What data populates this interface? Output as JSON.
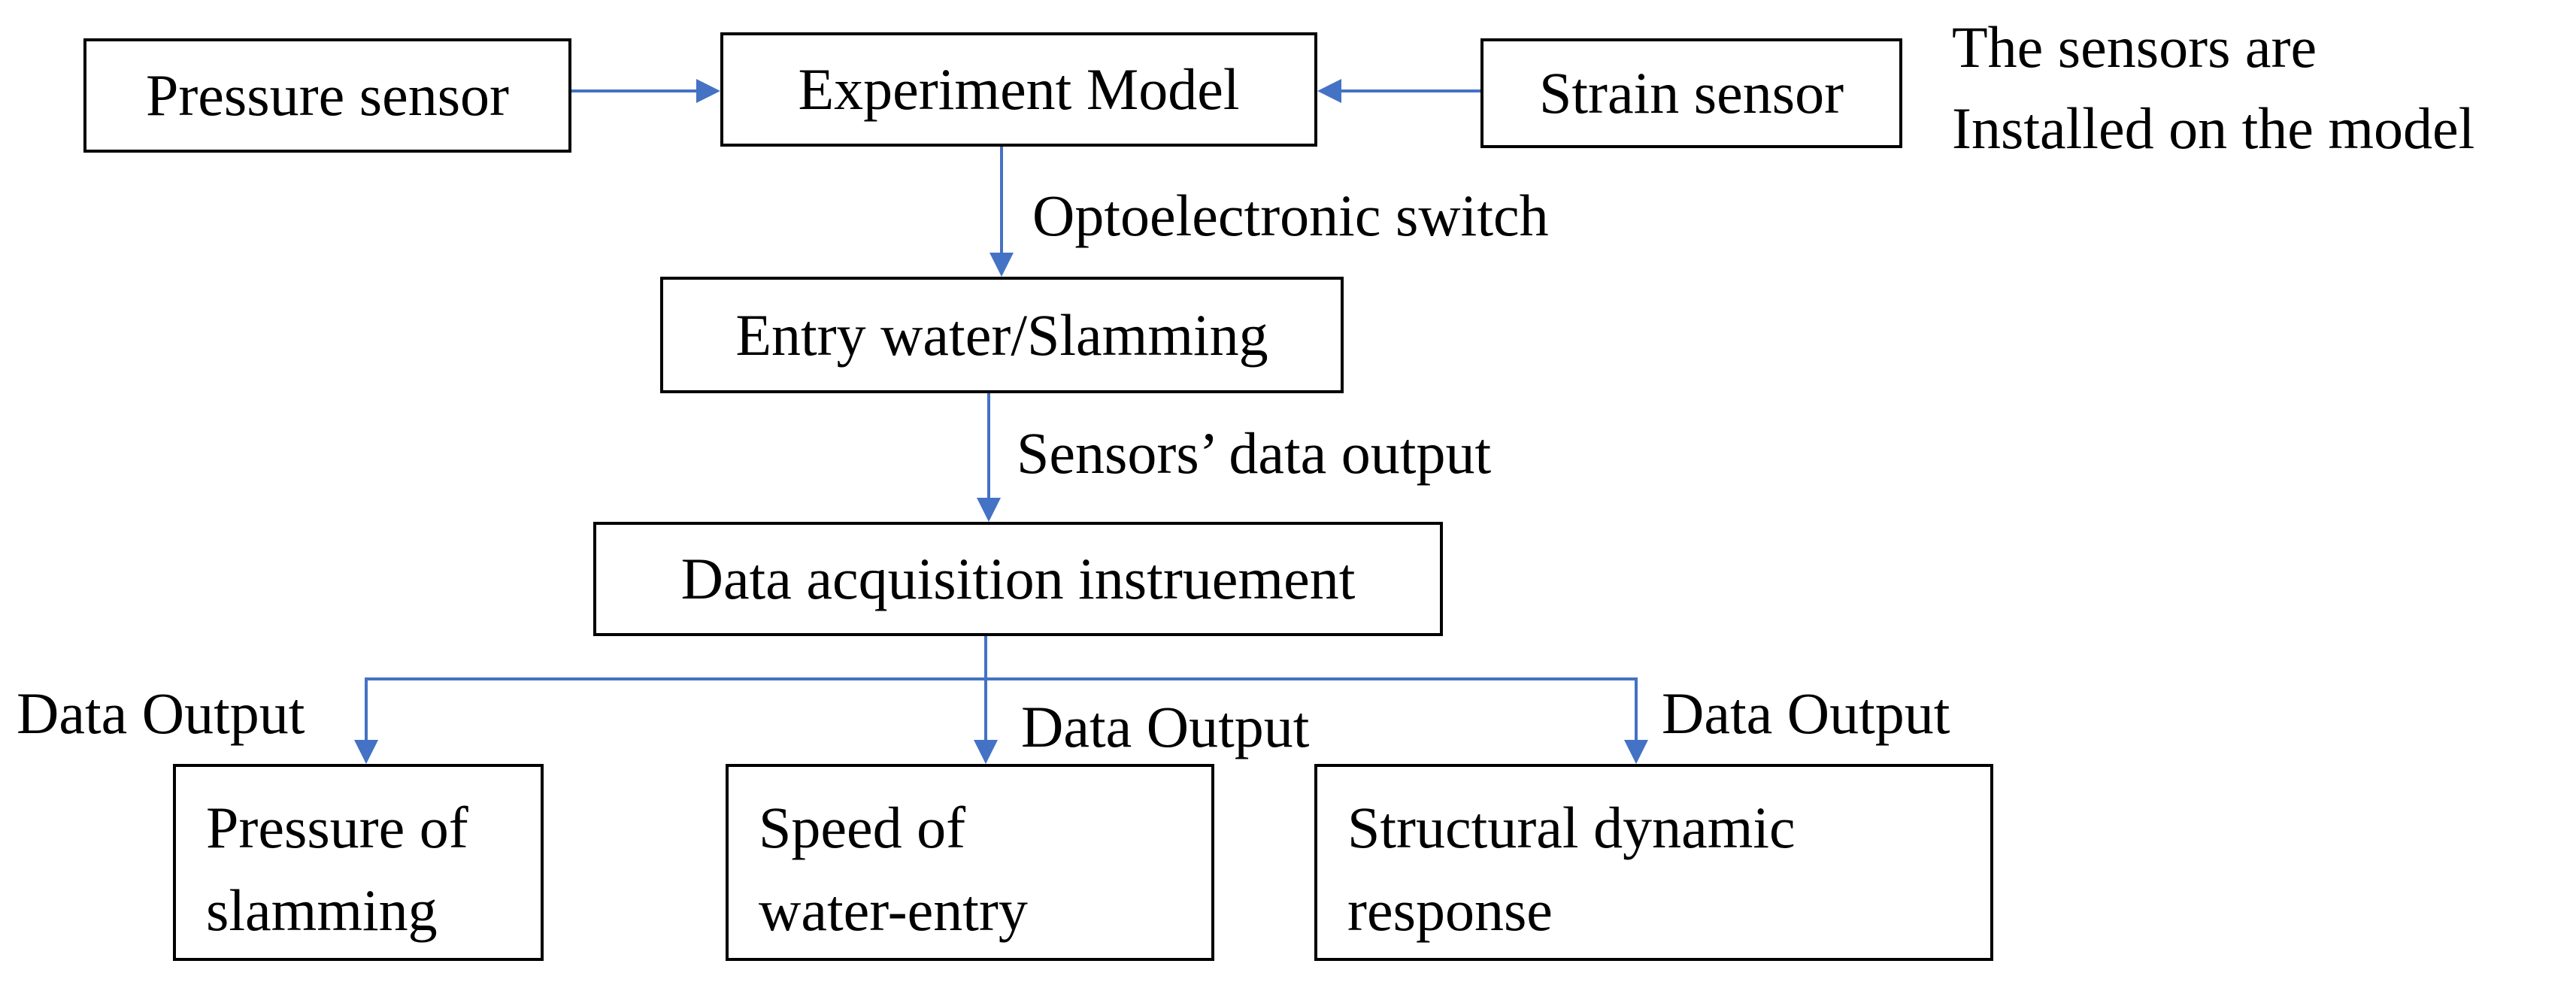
{
  "diagram": {
    "nodes": {
      "pressure_sensor": "Pressure sensor",
      "experiment_model": "Experiment Model",
      "strain_sensor": "Strain sensor",
      "entry_water": "Entry water/Slamming",
      "daq": "Data acquisition instruement",
      "out_pressure": [
        "Pressure of",
        "slamming"
      ],
      "out_speed": [
        "Speed of",
        "water-entry"
      ],
      "out_structural": [
        "Structural dynamic",
        "response"
      ]
    },
    "labels": {
      "note_line1": "The sensors are",
      "note_line2": "Installed on the model",
      "optoelectronic": "Optoelectronic switch",
      "sensors_output": "Sensors’ data output",
      "data_output_1": "Data Output",
      "data_output_2": "Data Output",
      "data_output_3": "Data Output"
    },
    "colors": {
      "arrow": "#4472C4",
      "box_border": "#000000"
    }
  }
}
